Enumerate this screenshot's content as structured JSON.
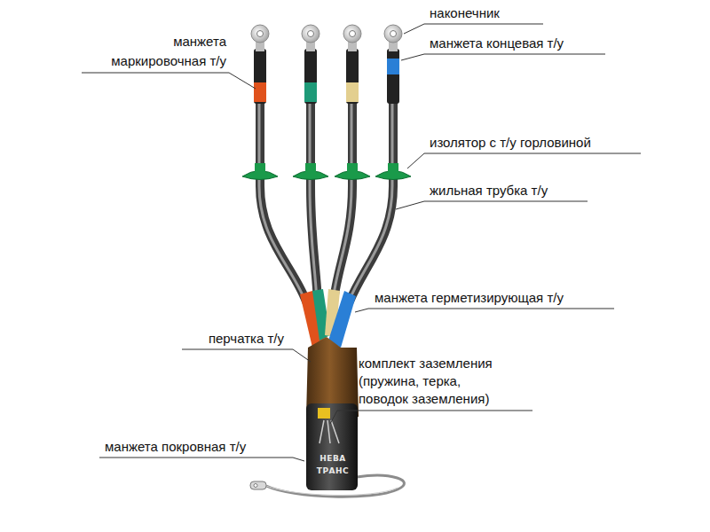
{
  "diagram": {
    "labels": [
      "наконечник",
      "манжета маркировочная т/у",
      "манжета концевая т/у",
      "изолятор с т/у горловиной",
      "жильная трубка т/у",
      "манжета герметизирующая т/у",
      "перчатка т/у",
      "комплект заземления (пружина, терка, поводок заземления)",
      "манжета покровная т/у",
      "НЕВА",
      "ТРАНС"
    ]
  }
}
